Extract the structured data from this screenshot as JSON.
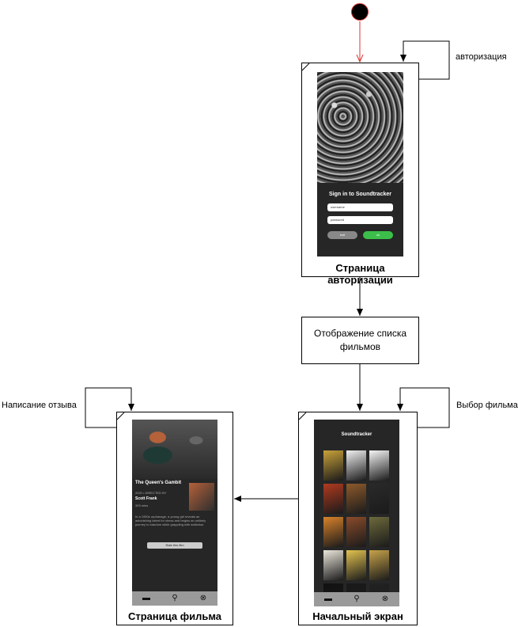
{
  "edges": {
    "self_login": "авторизация",
    "self_movie": "Написание отзыва",
    "self_home": "Выбор фильма"
  },
  "nodes": {
    "login": {
      "title": "Страница авторизации"
    },
    "list": {
      "text": "Отображение списка фильмов"
    },
    "movie": {
      "title": "Страница фильма"
    },
    "home": {
      "title": "Начальный экран"
    }
  },
  "login_screen": {
    "heading": "Sign in to Soundtracker",
    "username_placeholder": "username",
    "password_placeholder": "password",
    "exit_label": "exit",
    "ok_label": "ok"
  },
  "home_screen": {
    "app_title": "Soundtracker",
    "poster_colors": [
      "#c9a23a",
      "#f0f0f0",
      "#f5f5f5",
      "#b13a1e",
      "#8e5a2b",
      "#2a2a2a",
      "#d9822b",
      "#8a4b2a",
      "#6d6a3c",
      "#ece7dc",
      "#e3c34f",
      "#c7a34a",
      "#111111",
      "#1a1a1a",
      "#222222"
    ]
  },
  "movie_screen": {
    "title": "The Queen's Gambit",
    "meta": "2020 • DIRECTED BY",
    "director": "Scott Frank",
    "runtime": "393 mins",
    "description": "In a 1950s orphanage, a young girl reveals an astonishing talent for chess and begins an unlikely journey to stardom while grappling with addiction.",
    "rate_label": "Rate this film"
  }
}
